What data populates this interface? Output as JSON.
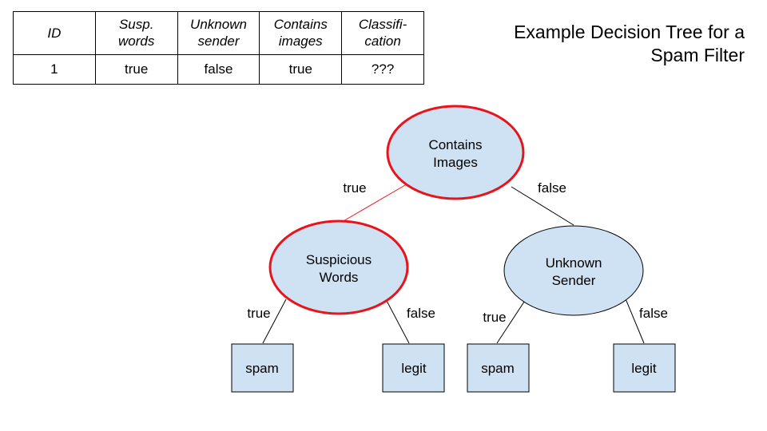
{
  "title": {
    "line1": "Example Decision Tree for a",
    "line2": "Spam Filter"
  },
  "table": {
    "headers": [
      {
        "line1": "ID",
        "line2": ""
      },
      {
        "line1": "Susp.",
        "line2": "words"
      },
      {
        "line1": "Unknown",
        "line2": "sender"
      },
      {
        "line1": "Contains",
        "line2": "images"
      },
      {
        "line1": "Classifi-",
        "line2": "cation"
      }
    ],
    "rows": [
      [
        "1",
        "true",
        "false",
        "true",
        "???"
      ]
    ]
  },
  "tree": {
    "root": {
      "line1": "Contains",
      "line2": "Images"
    },
    "left": {
      "line1": "Suspicious",
      "line2": "Words"
    },
    "right": {
      "line1": "Unknown",
      "line2": "Sender"
    },
    "edges": {
      "root_left": "true",
      "root_right": "false",
      "left_true": "true",
      "left_false": "false",
      "right_true": "true",
      "right_false": "false"
    },
    "leaves": [
      "spam",
      "legit",
      "spam",
      "legit"
    ],
    "colors": {
      "node_fill": "#cfe2f3",
      "highlight": "#e8141c",
      "edge": "#000000"
    }
  }
}
